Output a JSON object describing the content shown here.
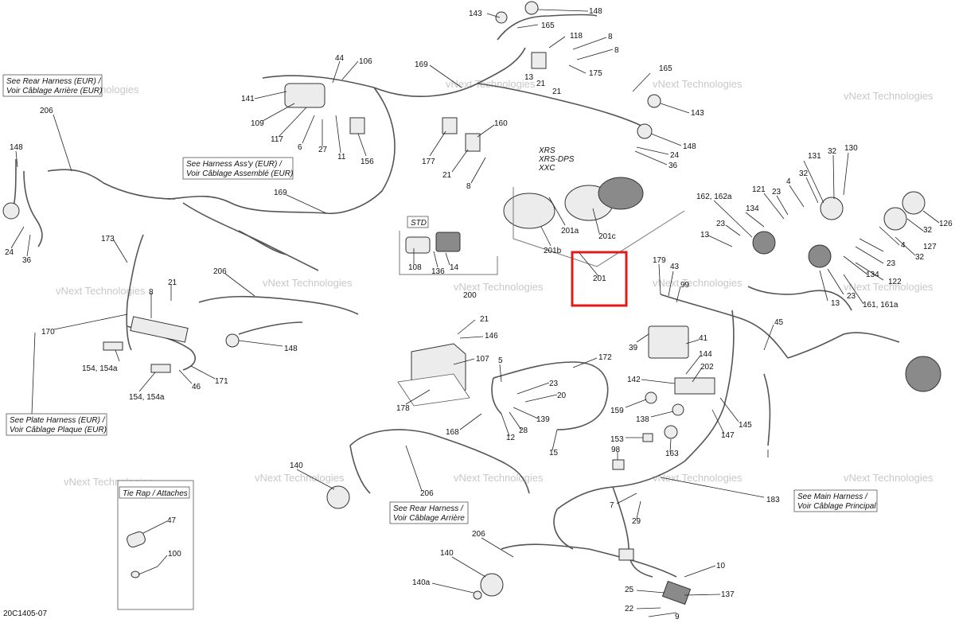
{
  "diagram_id": "20C1405-07",
  "highlight": {
    "label": "201",
    "color": "#e01b1b"
  },
  "watermark_text": "vNext Technologies",
  "notes": {
    "rear_harness_eur": [
      "See Rear Harness (EUR) /",
      "Voir Câblage Arrière (EUR)"
    ],
    "harness_assy_eur": [
      "See Harness Ass'y (EUR) /",
      "Voir Câblage Assemblé (EUR)"
    ],
    "plate_harness_eur": [
      "See Plate Harness (EUR) /",
      "Voir Câblage Plaque (EUR)"
    ],
    "rear_harness": [
      "See Rear Harness /",
      "Voir Câblage Arrière"
    ],
    "main_harness": [
      "See Main Harness /",
      "Voir Câblage Principal"
    ],
    "variants": [
      "XRS",
      "XRS-DPS",
      "XXC"
    ],
    "std": "STD",
    "tie_rap": "Tie Rap / Attaches"
  },
  "callouts": {
    "c143a": "143",
    "c148a": "148",
    "c165a": "165",
    "c118": "118",
    "c8a": "8",
    "c8b": "8",
    "c13a": "13",
    "c21a": "21",
    "c175": "175",
    "c21b": "21",
    "c44": "44",
    "c106": "106",
    "c169a": "169",
    "c165b": "165",
    "c143b": "143",
    "c148b": "148",
    "c24a": "24",
    "c36a": "36",
    "c141": "141",
    "c109": "109",
    "c117": "117",
    "c6": "6",
    "c27": "27",
    "c11": "11",
    "c156": "156",
    "c177": "177",
    "c160": "160",
    "c21c": "21",
    "c8c": "8",
    "c206a": "206",
    "c148c": "148",
    "c24b": "24",
    "c36b": "36",
    "c169b": "169",
    "c131": "131",
    "c32a": "32",
    "c130": "130",
    "c162": "162, 162a",
    "c121": "121",
    "c23a": "23",
    "c4a": "4",
    "c32b": "32",
    "c134a": "134",
    "c126": "126",
    "c23b": "23",
    "c13b": "13",
    "c127": "127",
    "c32c": "32",
    "c4b": "4",
    "c32d": "32",
    "c23c": "23",
    "c134b": "134",
    "c122": "122",
    "c13c": "13",
    "c23d": "23",
    "c161": "161, 161a",
    "c201a": "201a",
    "c201c": "201c",
    "c201b": "201b",
    "c201": "201",
    "c108": "108",
    "c136": "136",
    "c14": "14",
    "c200": "200",
    "c173": "173",
    "c21d": "21",
    "c8d": "8",
    "c170": "170",
    "c154a": "154, 154a",
    "c154b": "154, 154a",
    "c46": "46",
    "c171": "171",
    "c206b": "206",
    "c148d": "148",
    "c179": "179",
    "c43": "43",
    "c99": "99",
    "c45": "45",
    "c39": "39",
    "c41": "41",
    "c144": "144",
    "c202": "202",
    "c142": "142",
    "c159": "159",
    "c138": "138",
    "c147": "147",
    "c145": "145",
    "c153": "153",
    "c163": "163",
    "c98": "98",
    "c183": "183",
    "c7": "7",
    "c29": "29",
    "c21e": "21",
    "c146": "146",
    "c107": "107",
    "c178": "178",
    "c5": "5",
    "c172": "172",
    "c23e": "23",
    "c20": "20",
    "c139": "139",
    "c28": "28",
    "c12": "12",
    "c168": "168",
    "c15": "15",
    "c140a": "140",
    "c206c": "206",
    "c47": "47",
    "c100": "100",
    "c206d": "206",
    "c140b": "140",
    "c140c": "140a",
    "c10": "10",
    "c25": "25",
    "c137": "137",
    "c22": "22",
    "c9": "9"
  }
}
